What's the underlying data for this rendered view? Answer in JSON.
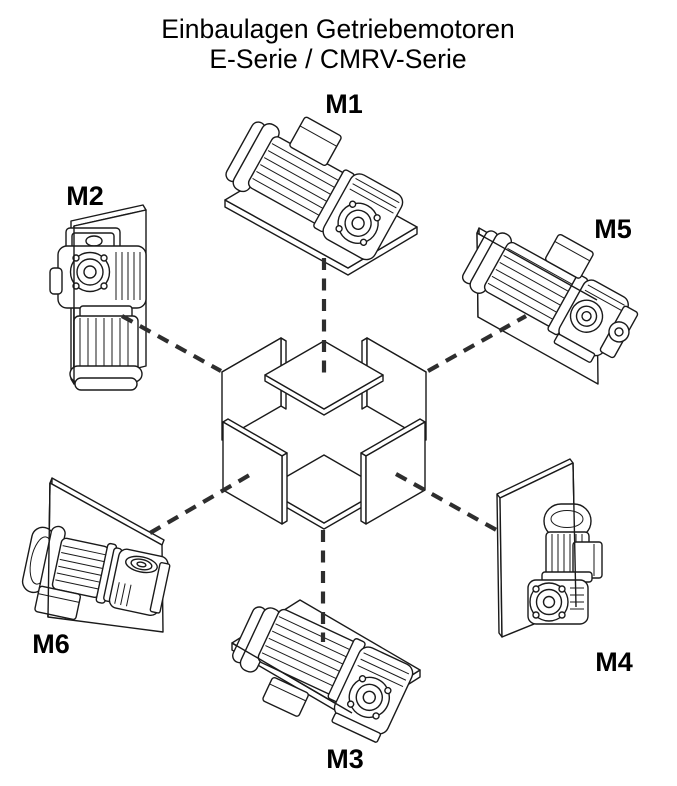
{
  "title": {
    "line1": "Einbaulagen Getriebemotoren",
    "line2": "E-Serie / CMRV-Serie"
  },
  "positions": [
    {
      "id": "m1",
      "label": "M1"
    },
    {
      "id": "m2",
      "label": "M2"
    },
    {
      "id": "m3",
      "label": "M3"
    },
    {
      "id": "m4",
      "label": "M4"
    },
    {
      "id": "m5",
      "label": "M5"
    },
    {
      "id": "m6",
      "label": "M6"
    }
  ],
  "colors": {
    "background": "#ffffff",
    "line": "#1a1a1a",
    "dashed_axis": "#2e2e2e",
    "text": "#000000"
  }
}
